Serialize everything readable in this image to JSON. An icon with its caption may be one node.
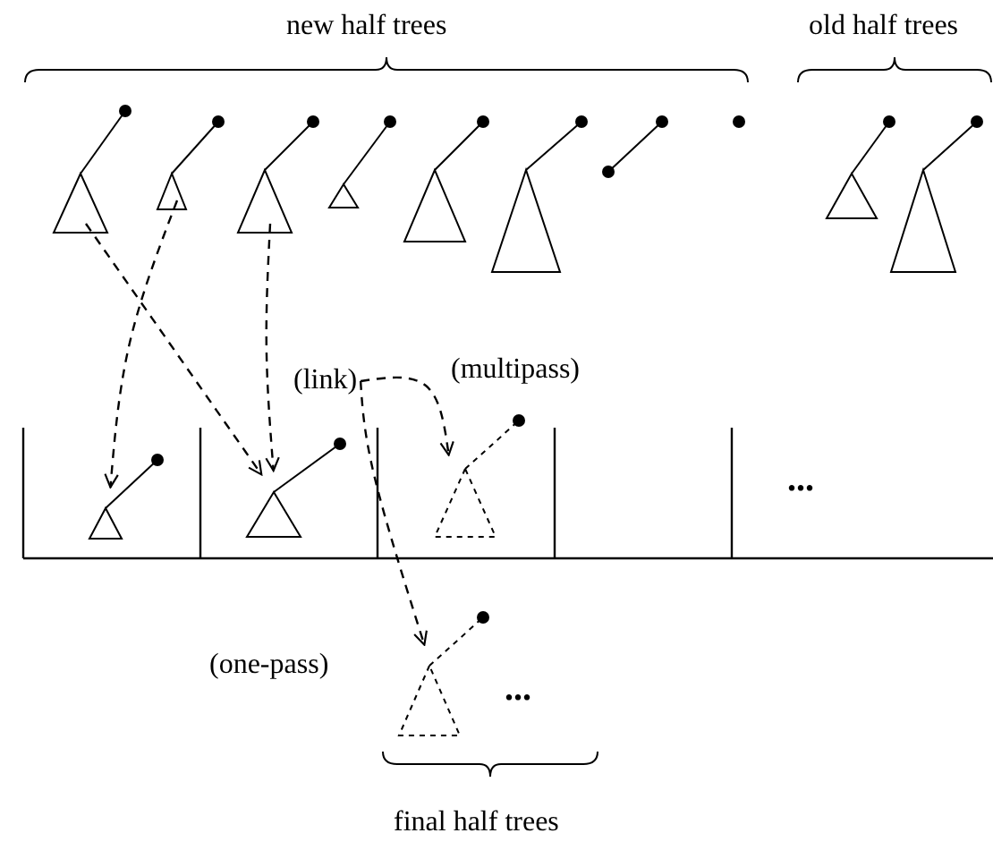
{
  "diagram": {
    "nodes": [
      {
        "text": [],
        "shape": "picture"
      },
      {
        "text": [],
        "shape": "picture"
      },
      {
        "text": [],
        "shape": "picture"
      },
      {
        "text": [],
        "shape": "picture"
      },
      {
        "text": [],
        "shape": "picture"
      },
      {
        "text": [],
        "shape": "picture"
      },
      {
        "text": [],
        "shape": "picture"
      },
      {
        "text": [],
        "shape": "circle"
      },
      {
        "text": [],
        "shape": "picture"
      },
      {
        "text": [],
        "shape": "picture"
      },
      {
        "text": [],
        "shape": "picture"
      },
      {
        "text": [],
        "shape": "picture"
      },
      {
        "text": [],
        "shape": "picture",
        "beside": [
          "(multipass)"
        ]
      },
      {
        "text": [
          "(link)"
        ]
      },
      {
        "text": [],
        "shape": "picture",
        "beside": [
          "(one-pass)",
          "..."
        ]
      }
    ],
    "edges": [
      {
        "from": 0,
        "to": 11,
        "arrow": "to",
        "style": "dashed"
      },
      {
        "from": 1,
        "to": 10,
        "arrow": "to",
        "style": "dashed"
      },
      {
        "from": 2,
        "to": 11,
        "arrow": "to",
        "style": "dashed"
      },
      {
        "from": 13,
        "to": 12,
        "arrow": "to",
        "style": "dashed"
      },
      {
        "from": 13,
        "to": 14,
        "arrow": "to",
        "style": "dashed"
      }
    ],
    "labels": [
      "new half trees",
      "old half trees",
      "...",
      "final half trees"
    ]
  }
}
